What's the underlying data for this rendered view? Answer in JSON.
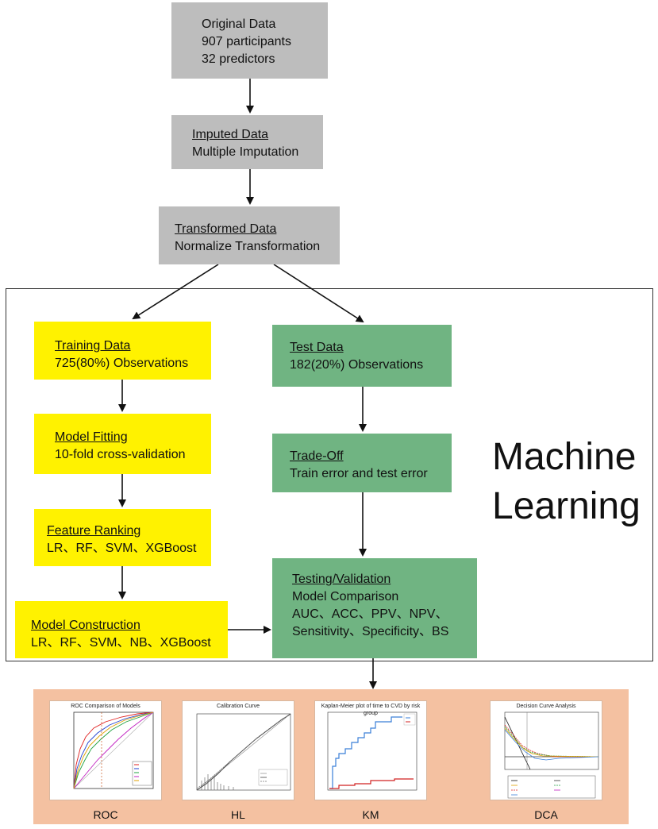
{
  "original": {
    "title": "Original Data",
    "line2": "907 participants",
    "line3": "32 predictors"
  },
  "imputed": {
    "title": "Imputed Data",
    "subtitle": "Multiple Imputation"
  },
  "transformed": {
    "title": "Transformed Data",
    "subtitle": "Normalize Transformation"
  },
  "training": {
    "title": "Training Data",
    "subtitle": "725(80%) Observations"
  },
  "fitting": {
    "title": "Model Fitting",
    "subtitle": "10-fold cross-validation"
  },
  "ranking": {
    "title": "Feature Ranking",
    "subtitle": "LR、RF、SVM、XGBoost"
  },
  "construction": {
    "title": "Model Construction",
    "subtitle": "LR、RF、SVM、NB、XGBoost"
  },
  "test": {
    "title": "Test Data",
    "subtitle": "182(20%) Observations"
  },
  "tradeoff": {
    "title": "Trade-Off",
    "subtitle": "Train error and test error"
  },
  "testing": {
    "title": "Testing/Validation",
    "line2": "Model Comparison",
    "line3": "AUC、ACC、PPV、NPV、",
    "line4": "Sensitivity、Specificity、BS"
  },
  "ml_label": {
    "line1": "Machine",
    "line2": "Learning"
  },
  "evaluation": {
    "roc": {
      "caption": "ROC",
      "title": "ROC Comparison of Models"
    },
    "hl": {
      "caption": "HL",
      "title": "Calibration Curve"
    },
    "km": {
      "caption": "KM",
      "title": "Kaplan-Meier plot of time to CVD by risk group"
    },
    "dca": {
      "caption": "DCA",
      "title": "Decision Curve Analysis"
    }
  },
  "colors": {
    "gray": "#bdbdbd",
    "yellow": "#fff200",
    "green": "#70b482",
    "panel": "#f4c1a1"
  }
}
